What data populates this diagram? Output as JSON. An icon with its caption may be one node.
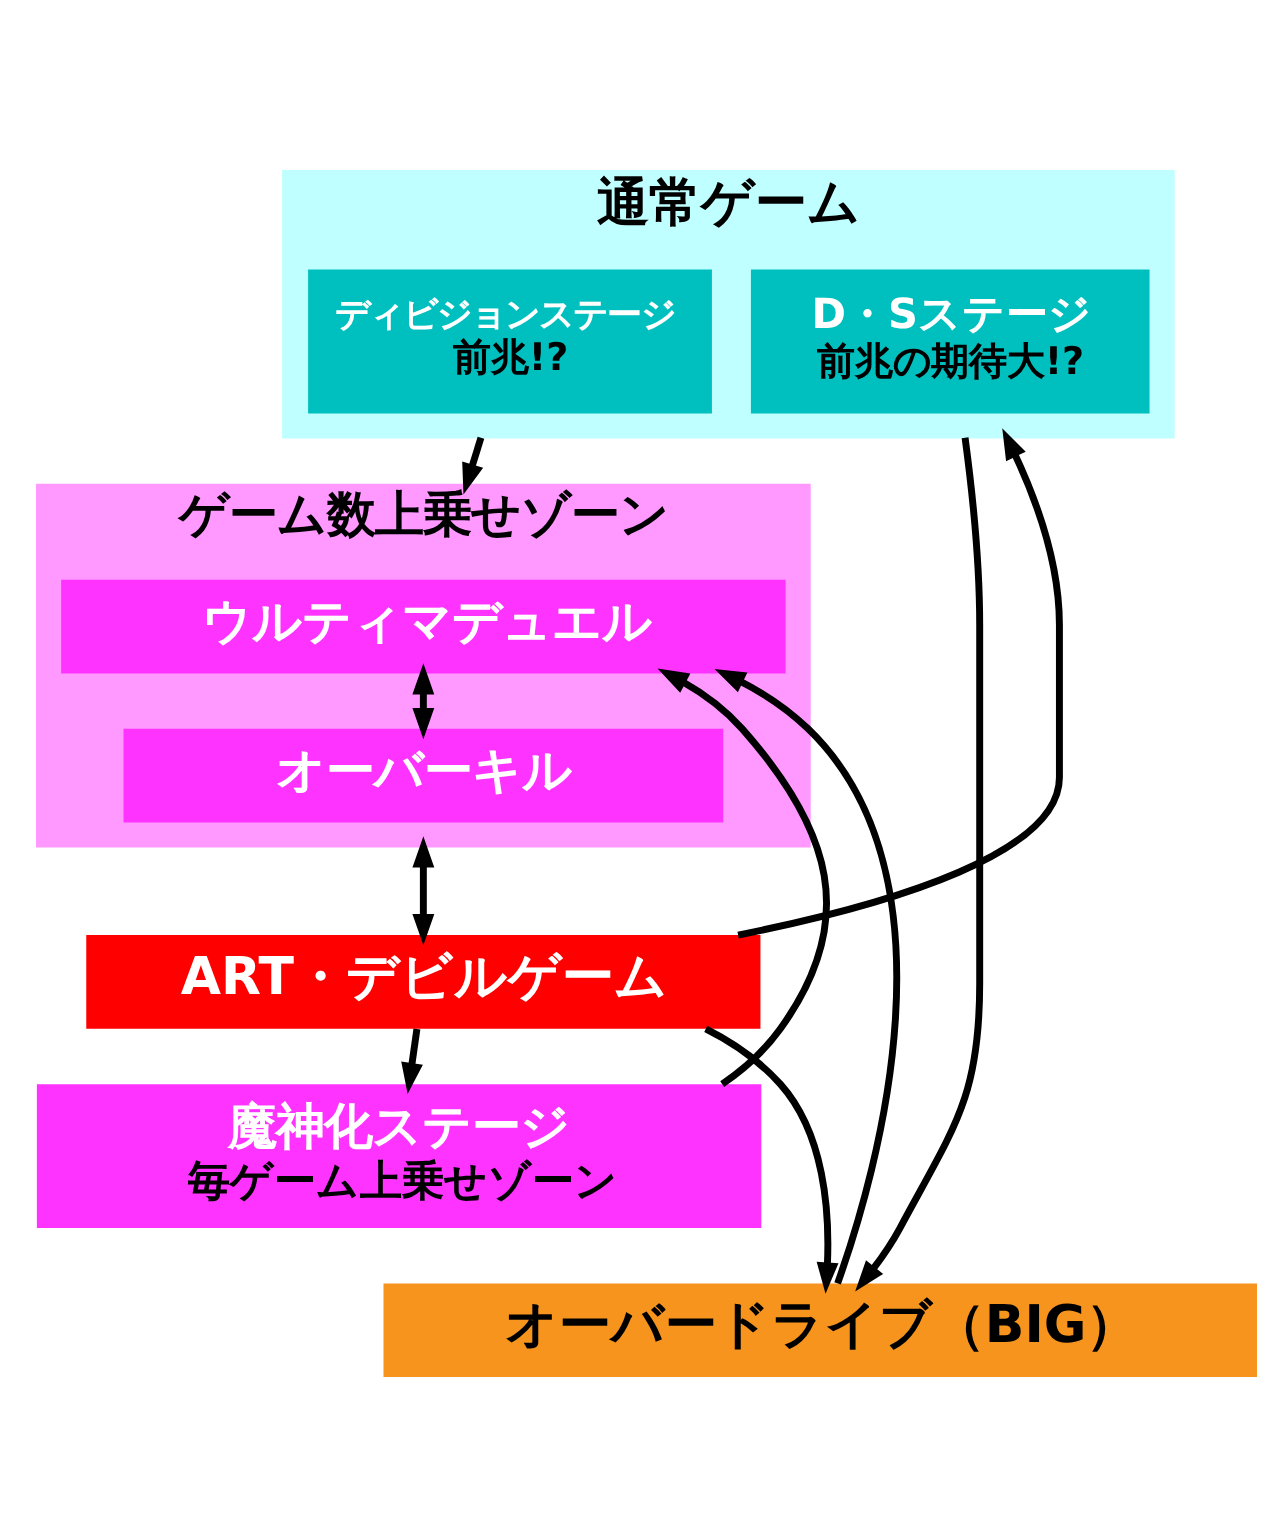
{
  "diagram": {
    "nodes": [
      {
        "text": [
          "通常ゲーム"
        ]
      },
      {
        "text": [
          "ディビジョンステージ",
          "前兆!?"
        ],
        "in": 0
      },
      {
        "text": [
          "D・Sステージ",
          "前兆の期待大!?"
        ],
        "in": 0
      },
      {
        "text": [
          "ゲーム数上乗せゾーン"
        ]
      },
      {
        "text": [
          "ウルティマデュエル"
        ],
        "in": 3
      },
      {
        "text": [
          "オーバーキル"
        ],
        "in": 3
      },
      {
        "text": [
          "ART・デビルゲーム"
        ]
      },
      {
        "text": [
          "魔神化ステージ",
          "毎ゲーム上乗せゾーン"
        ]
      },
      {
        "text": [
          "オーバードライブ（BIG）"
        ]
      }
    ],
    "edges": [
      {
        "from": 0,
        "to": 3,
        "arrow": "to"
      },
      {
        "from": 4,
        "to": 5,
        "arrow": "both"
      },
      {
        "from": 3,
        "to": 6,
        "arrow": "both"
      },
      {
        "from": 6,
        "to": 7,
        "arrow": "to"
      },
      {
        "from": 7,
        "to": 4,
        "arrow": "to"
      },
      {
        "from": 8,
        "to": 4,
        "arrow": "to"
      },
      {
        "from": 6,
        "to": 0,
        "arrow": "to"
      },
      {
        "from": 0,
        "to": 8,
        "arrow": "to"
      },
      {
        "from": 6,
        "to": 8,
        "arrow": "to"
      }
    ]
  }
}
